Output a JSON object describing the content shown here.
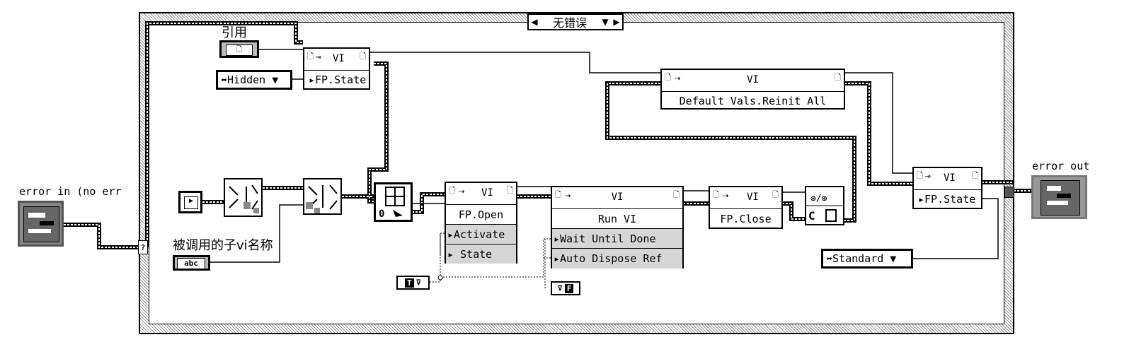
{
  "case_structure": {
    "selector_value": "无错误",
    "left_arrow": "◀",
    "right_arrow": "▶",
    "dropdown_arrow": "▼"
  },
  "labels": {
    "reference": "引用",
    "subvi_name": "被调用的子vi名称",
    "error_in": "error in (no err",
    "error_out": "error out"
  },
  "controls": {
    "reference_glyph": "🗋",
    "string_glyph": "abc",
    "hidden_ring": "⬌Hidden ▼",
    "standard_ring": "⬌Standard ▼",
    "true_const": "T",
    "false_const": "F",
    "tunnel_q": "?"
  },
  "nodes": {
    "fp_state_1": {
      "header": "VI",
      "rows": [
        "▸FP.State"
      ]
    },
    "fp_open": {
      "header": "VI",
      "rows": [
        "FP.Open",
        "▸Activate",
        "▸ State"
      ]
    },
    "run_vi": {
      "header": "VI",
      "rows": [
        "Run VI",
        "▸Wait Until Done",
        "▸Auto Dispose Ref"
      ]
    },
    "fp_close": {
      "header": "VI",
      "rows": [
        "FP.Close"
      ]
    },
    "default_vals": {
      "header": "VI",
      "rows": [
        "Default Vals.Reinit All"
      ]
    },
    "fp_state_2": {
      "header": "VI",
      "rows": [
        "▸FP.State"
      ]
    },
    "close_ref_glyph": "C"
  },
  "colors": {
    "wire": "#000000",
    "cluster_wire_fill": "#ffffff",
    "grey_row": "#d6d6d6",
    "hatch": "#9a9a9a"
  }
}
